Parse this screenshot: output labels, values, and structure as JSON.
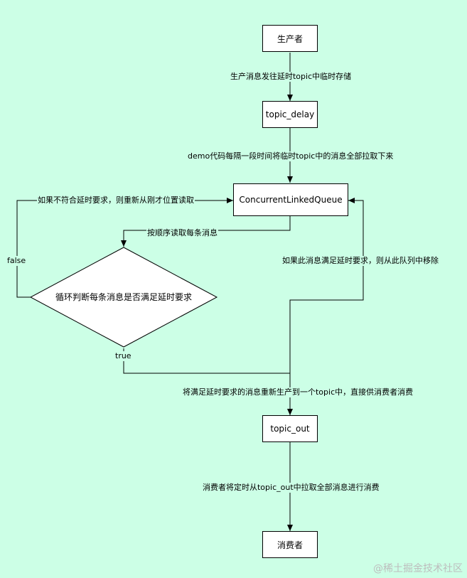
{
  "nodes": {
    "producer": "生产者",
    "topic_delay": "topic_delay",
    "queue": "ConcurrentLinkedQueue",
    "decision": "循环判断每条消息是否满足延时要求",
    "topic_out": "topic_out",
    "consumer": "消费者"
  },
  "edges": {
    "producer_to_delay": "生产消息发往延时topic中临时存储",
    "delay_to_queue": "demo代码每隔一段时间将临时topic中的消息全部拉取下来",
    "retry_loop": "如果不符合延时要求，则重新从刚才位置读取",
    "queue_to_decision": "按顺序读取每条消息",
    "false_label": "false",
    "remove_from_queue": "如果此消息满足延时要求，则从此队列中移除",
    "true_label": "true",
    "to_topic_out": "将满足延时要求的消息重新生产到一个topic中，直接供消费者消费",
    "to_consumer": "消费者将定时从topic_out中拉取全部消息进行消费"
  },
  "watermark": "@稀土掘金技术社区",
  "colors": {
    "background": "#ccffe6",
    "node_fill": "#ffffff",
    "line": "#000000"
  }
}
